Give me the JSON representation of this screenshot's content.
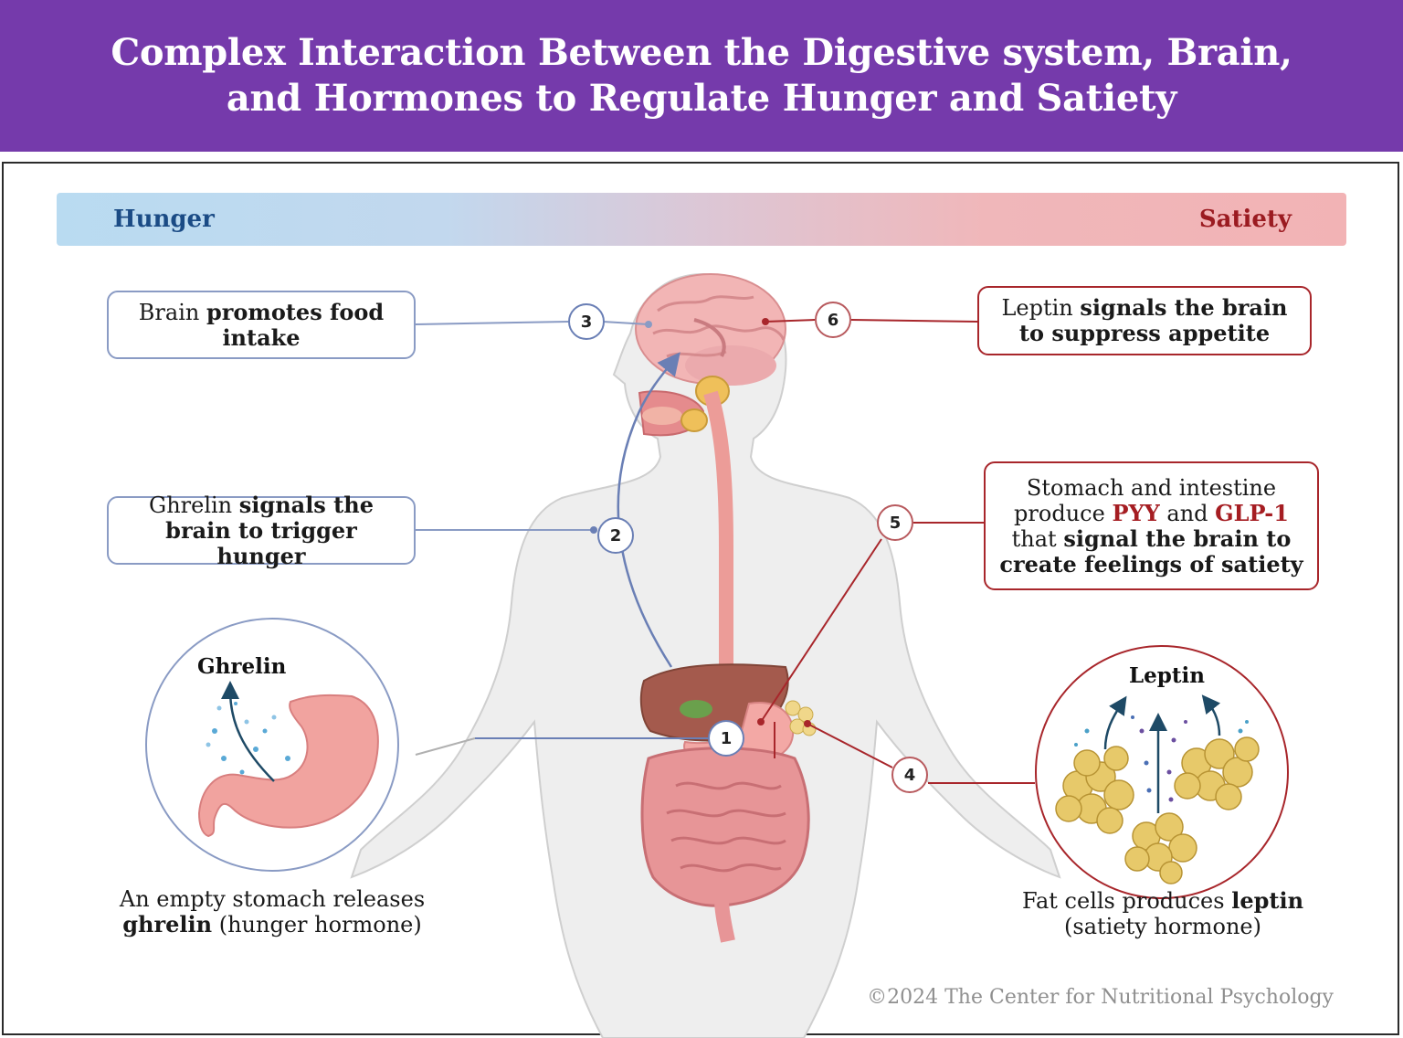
{
  "header": {
    "title_line1": "Complex Interaction Between the Digestive system, Brain,",
    "title_line2": "and Hormones to Regulate Hunger and Satiety"
  },
  "scale": {
    "left_label": "Hunger",
    "right_label": "Satiety"
  },
  "steps": [
    {
      "number": "1"
    },
    {
      "number": "2",
      "text_plain": "Ghrelin",
      "text_bold": "signals the brain to trigger hunger"
    },
    {
      "number": "3",
      "text_plain": "Brain",
      "text_bold": "promotes food intake"
    },
    {
      "number": "4"
    },
    {
      "number": "5",
      "text_part1": "Stomach and intestine produce",
      "hormone1": "PYY",
      "text_and": "and",
      "hormone2": "GLP-1",
      "text_that": "that",
      "text_bold": "signal the brain to create feelings of satiety"
    },
    {
      "number": "6",
      "text_plain": "Leptin",
      "text_bold": "signals the brain to suppress appetite"
    }
  ],
  "insets": {
    "stomach": {
      "label": "Ghrelin",
      "caption_line1": "An empty stomach releases",
      "caption_bold": "ghrelin",
      "caption_rest": "(hunger hormone)"
    },
    "fat": {
      "label": "Leptin",
      "caption_line1_plain": "Fat cells produces",
      "caption_line1_bold": "leptin",
      "caption_line2": "(satiety hormone)"
    }
  },
  "footer": {
    "copyright": "©2024 The Center for Nutritional Psychology"
  },
  "colors": {
    "header_bg": "#753aab",
    "hunger": "#1b4b85",
    "satiety": "#9b1b21",
    "hunger_line": "#6a7fb5",
    "satiety_line": "#a8262b"
  }
}
